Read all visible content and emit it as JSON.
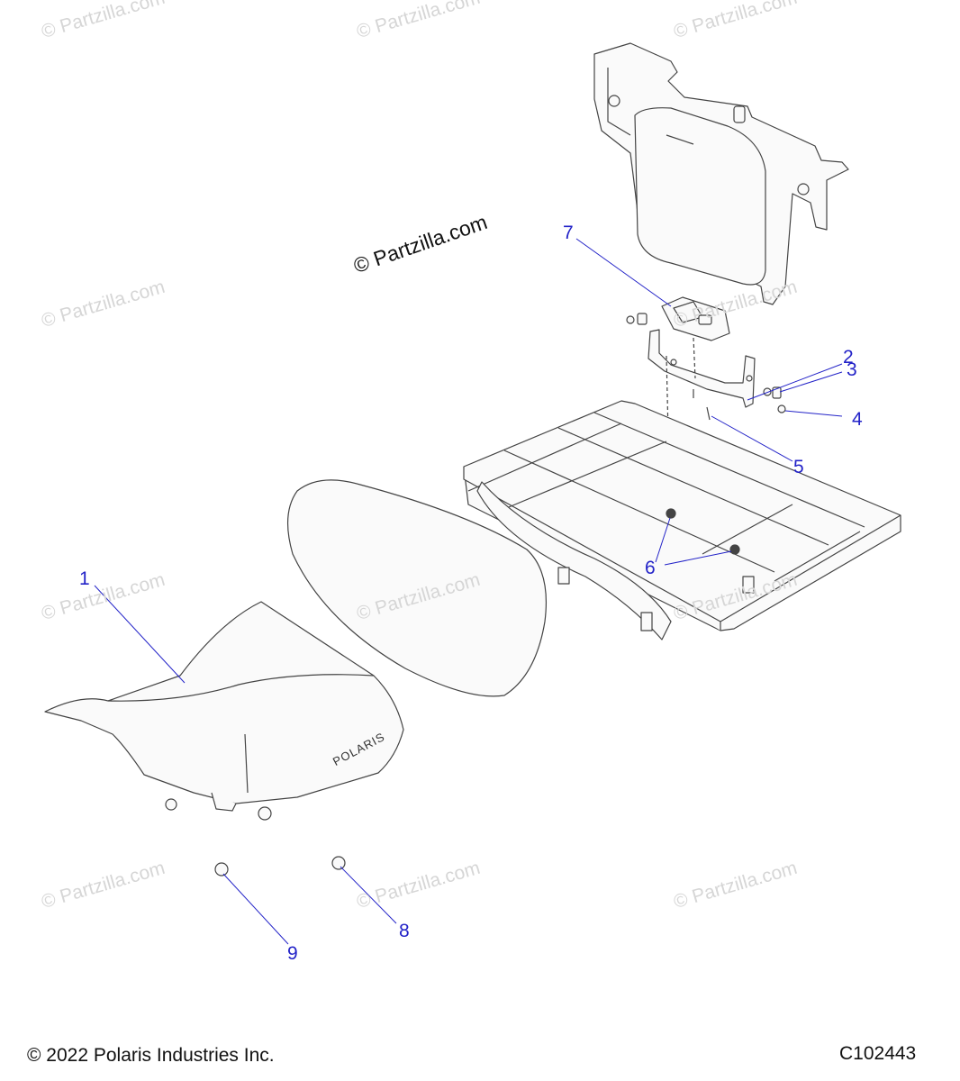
{
  "watermark_text": "© Partzilla.com",
  "center_watermark": "© Partzilla.com",
  "callouts": [
    "1",
    "2",
    "3",
    "4",
    "5",
    "6",
    "7",
    "8",
    "9"
  ],
  "seat_logo_text": "POLARIS",
  "footer": {
    "copyright": "© 2022 Polaris Industries Inc.",
    "diagram_code": "C102443"
  },
  "colors": {
    "callout": "#2323c8",
    "outline": "#444444",
    "watermark": "#d6d6d6"
  }
}
